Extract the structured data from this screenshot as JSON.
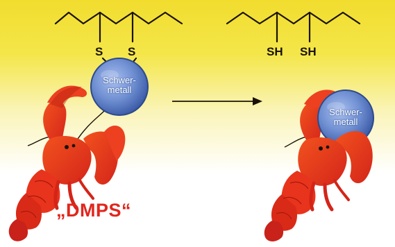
{
  "diagram": {
    "left_panel": {
      "sulfur_left": "S",
      "sulfur_right": "S",
      "metal_line1": "Schwer-",
      "metal_line2": "metall",
      "compound_label": "„DMPS“"
    },
    "right_panel": {
      "thiol_left": "SH",
      "thiol_right": "SH",
      "metal_line1": "Schwer-",
      "metal_line2": "metall"
    },
    "colors": {
      "background_top": "#f4e23a",
      "background_bottom": "#ffffff",
      "lobster": "#e8341c",
      "lobster_shade": "#b81f12",
      "metal_ball": "#6f8fd2",
      "metal_ball_edge": "#2c4a8e",
      "label": "#e1261c",
      "bond": "#1a1208"
    },
    "icons": [
      "lobster-left-icon",
      "lobster-right-icon",
      "metal-ball-icon",
      "reaction-arrow-icon"
    ]
  }
}
